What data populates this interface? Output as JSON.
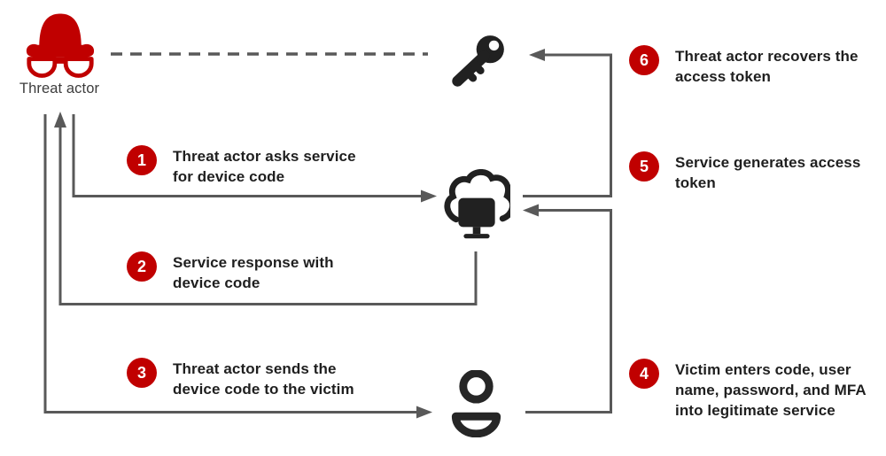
{
  "diagram": {
    "description": "Device code phishing attack flow",
    "actors": {
      "threat_actor": {
        "label": "Threat actor",
        "icon": "spy-hat-glasses-icon"
      },
      "access_token": {
        "icon": "key-icon"
      },
      "service": {
        "icon": "cloud-computer-icon"
      },
      "victim": {
        "icon": "person-icon"
      }
    },
    "steps": [
      {
        "number": "1",
        "lines": [
          "Threat actor asks service",
          "for device code"
        ]
      },
      {
        "number": "2",
        "lines": [
          "Service response with",
          "device code"
        ]
      },
      {
        "number": "3",
        "lines": [
          "Threat actor sends the",
          "device code to the victim"
        ]
      },
      {
        "number": "4",
        "lines": [
          "Victim enters code, user",
          "name, password, and MFA",
          "into legitimate service"
        ]
      },
      {
        "number": "5",
        "lines": [
          "Service generates access",
          "token"
        ]
      },
      {
        "number": "6",
        "lines": [
          "Threat actor recovers the",
          "access token"
        ]
      }
    ],
    "colors": {
      "accent_red": "#c00000",
      "icon_dark": "#212121",
      "connector_gray": "#595959",
      "text_dark": "#1f1f1f",
      "label_gray": "#3d3d3d"
    }
  }
}
